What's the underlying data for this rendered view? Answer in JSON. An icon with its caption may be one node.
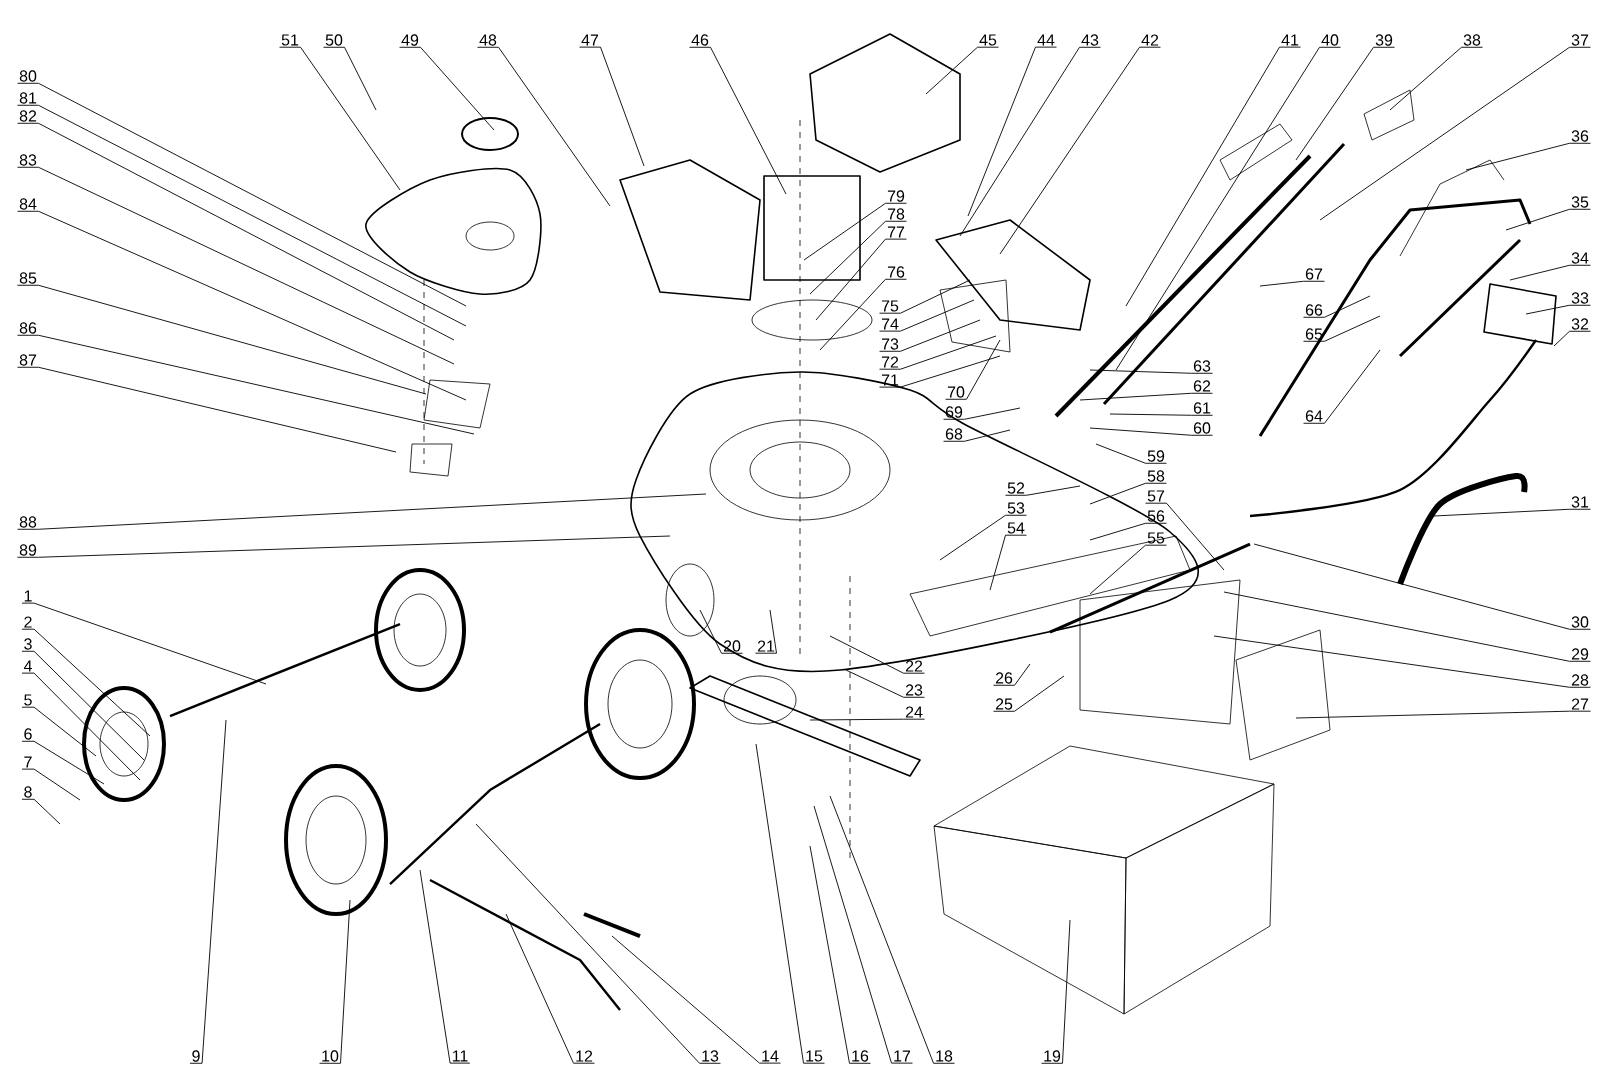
{
  "diagram": {
    "nodes": [
      {
        "text": [
          "1"
        ]
      },
      {
        "text": [
          "2"
        ]
      },
      {
        "text": [
          "3"
        ]
      },
      {
        "text": [
          "4"
        ]
      },
      {
        "text": [
          "5"
        ]
      },
      {
        "text": [
          "6"
        ]
      },
      {
        "text": [
          "7"
        ]
      },
      {
        "text": [
          "8"
        ]
      },
      {
        "text": [
          "9"
        ]
      },
      {
        "text": [
          "10"
        ]
      },
      {
        "text": [
          "11"
        ]
      },
      {
        "text": [
          "12"
        ]
      },
      {
        "text": [
          "13"
        ]
      },
      {
        "text": [
          "14"
        ]
      },
      {
        "text": [
          "15"
        ]
      },
      {
        "text": [
          "16"
        ]
      },
      {
        "text": [
          "17"
        ]
      },
      {
        "text": [
          "18"
        ]
      },
      {
        "text": [
          "19"
        ]
      },
      {
        "text": [
          "20"
        ]
      },
      {
        "text": [
          "21"
        ]
      },
      {
        "text": [
          "22"
        ]
      },
      {
        "text": [
          "23"
        ]
      },
      {
        "text": [
          "24"
        ]
      },
      {
        "text": [
          "25"
        ]
      },
      {
        "text": [
          "26"
        ]
      },
      {
        "text": [
          "27"
        ]
      },
      {
        "text": [
          "28"
        ]
      },
      {
        "text": [
          "29"
        ]
      },
      {
        "text": [
          "30"
        ]
      },
      {
        "text": [
          "31"
        ]
      },
      {
        "text": [
          "32"
        ]
      },
      {
        "text": [
          "33"
        ]
      },
      {
        "text": [
          "34"
        ]
      },
      {
        "text": [
          "35"
        ]
      },
      {
        "text": [
          "36"
        ]
      },
      {
        "text": [
          "37"
        ]
      },
      {
        "text": [
          "38"
        ]
      },
      {
        "text": [
          "39"
        ]
      },
      {
        "text": [
          "40"
        ]
      },
      {
        "text": [
          "41"
        ]
      },
      {
        "text": [
          "42"
        ]
      },
      {
        "text": [
          "43"
        ]
      },
      {
        "text": [
          "44"
        ]
      },
      {
        "text": [
          "45"
        ]
      },
      {
        "text": [
          "46"
        ]
      },
      {
        "text": [
          "47"
        ]
      },
      {
        "text": [
          "48"
        ]
      },
      {
        "text": [
          "49"
        ]
      },
      {
        "text": [
          "50"
        ]
      },
      {
        "text": [
          "51"
        ]
      },
      {
        "text": [
          "52"
        ]
      },
      {
        "text": [
          "53"
        ]
      },
      {
        "text": [
          "54"
        ]
      },
      {
        "text": [
          "55"
        ]
      },
      {
        "text": [
          "56"
        ]
      },
      {
        "text": [
          "57"
        ]
      },
      {
        "text": [
          "58"
        ]
      },
      {
        "text": [
          "59"
        ]
      },
      {
        "text": [
          "60"
        ]
      },
      {
        "text": [
          "61"
        ]
      },
      {
        "text": [
          "62"
        ]
      },
      {
        "text": [
          "63"
        ]
      },
      {
        "text": [
          "64"
        ]
      },
      {
        "text": [
          "65"
        ]
      },
      {
        "text": [
          "66"
        ]
      },
      {
        "text": [
          "67"
        ]
      },
      {
        "text": [
          "68"
        ]
      },
      {
        "text": [
          "69"
        ]
      },
      {
        "text": [
          "70"
        ]
      },
      {
        "text": [
          "71"
        ]
      },
      {
        "text": [
          "72"
        ]
      },
      {
        "text": [
          "73"
        ]
      },
      {
        "text": [
          "74"
        ]
      },
      {
        "text": [
          "75"
        ]
      },
      {
        "text": [
          "76"
        ]
      },
      {
        "text": [
          "77"
        ]
      },
      {
        "text": [
          "78"
        ]
      },
      {
        "text": [
          "79"
        ]
      },
      {
        "text": [
          "80"
        ]
      },
      {
        "text": [
          "81"
        ]
      },
      {
        "text": [
          "82"
        ]
      },
      {
        "text": [
          "83"
        ]
      },
      {
        "text": [
          "84"
        ]
      },
      {
        "text": [
          "85"
        ]
      },
      {
        "text": [
          "86"
        ]
      },
      {
        "text": [
          "87"
        ]
      },
      {
        "text": [
          "88"
        ]
      },
      {
        "text": [
          "89"
        ]
      }
    ],
    "edges": [
      {
        "from": 0,
        "to": null,
        "arrow": "none"
      },
      {
        "from": 1,
        "to": null,
        "arrow": "none"
      },
      {
        "from": 2,
        "to": null,
        "arrow": "none"
      },
      {
        "from": 3,
        "to": null,
        "arrow": "none"
      },
      {
        "from": 4,
        "to": null,
        "arrow": "none"
      },
      {
        "from": 5,
        "to": null,
        "arrow": "none"
      },
      {
        "from": 6,
        "to": null,
        "arrow": "none"
      },
      {
        "from": 7,
        "to": null,
        "arrow": "none"
      },
      {
        "from": 8,
        "to": null,
        "arrow": "none"
      },
      {
        "from": 9,
        "to": null,
        "arrow": "none"
      },
      {
        "from": 10,
        "to": null,
        "arrow": "none"
      },
      {
        "from": 11,
        "to": null,
        "arrow": "none"
      },
      {
        "from": 12,
        "to": null,
        "arrow": "none"
      },
      {
        "from": 13,
        "to": null,
        "arrow": "none"
      },
      {
        "from": 14,
        "to": null,
        "arrow": "none"
      },
      {
        "from": 15,
        "to": null,
        "arrow": "none"
      },
      {
        "from": 16,
        "to": null,
        "arrow": "none"
      },
      {
        "from": 17,
        "to": null,
        "arrow": "none"
      },
      {
        "from": 18,
        "to": null,
        "arrow": "none"
      },
      {
        "from": 19,
        "to": null,
        "arrow": "none"
      },
      {
        "from": 20,
        "to": null,
        "arrow": "none"
      },
      {
        "from": 21,
        "to": null,
        "arrow": "none"
      },
      {
        "from": 22,
        "to": null,
        "arrow": "none"
      },
      {
        "from": 23,
        "to": null,
        "arrow": "none"
      },
      {
        "from": 24,
        "to": null,
        "arrow": "none"
      },
      {
        "from": 25,
        "to": null,
        "arrow": "none"
      },
      {
        "from": 26,
        "to": null,
        "arrow": "none"
      },
      {
        "from": 27,
        "to": null,
        "arrow": "none"
      },
      {
        "from": 28,
        "to": null,
        "arrow": "none"
      },
      {
        "from": 29,
        "to": null,
        "arrow": "none"
      },
      {
        "from": 30,
        "to": null,
        "arrow": "none"
      },
      {
        "from": 31,
        "to": null,
        "arrow": "none"
      },
      {
        "from": 32,
        "to": null,
        "arrow": "none"
      },
      {
        "from": 33,
        "to": null,
        "arrow": "none"
      },
      {
        "from": 34,
        "to": null,
        "arrow": "none"
      },
      {
        "from": 35,
        "to": null,
        "arrow": "none"
      },
      {
        "from": 36,
        "to": null,
        "arrow": "none"
      },
      {
        "from": 37,
        "to": null,
        "arrow": "none"
      },
      {
        "from": 38,
        "to": null,
        "arrow": "none"
      },
      {
        "from": 39,
        "to": null,
        "arrow": "none"
      },
      {
        "from": 40,
        "to": null,
        "arrow": "none"
      },
      {
        "from": 41,
        "to": null,
        "arrow": "none"
      },
      {
        "from": 42,
        "to": null,
        "arrow": "none"
      },
      {
        "from": 43,
        "to": null,
        "arrow": "none"
      },
      {
        "from": 44,
        "to": null,
        "arrow": "none"
      },
      {
        "from": 45,
        "to": null,
        "arrow": "none"
      },
      {
        "from": 46,
        "to": null,
        "arrow": "none"
      },
      {
        "from": 47,
        "to": null,
        "arrow": "none"
      },
      {
        "from": 48,
        "to": null,
        "arrow": "none"
      },
      {
        "from": 49,
        "to": null,
        "arrow": "none"
      },
      {
        "from": 50,
        "to": null,
        "arrow": "none"
      },
      {
        "from": 51,
        "to": null,
        "arrow": "none"
      },
      {
        "from": 52,
        "to": null,
        "arrow": "none"
      },
      {
        "from": 53,
        "to": null,
        "arrow": "none"
      },
      {
        "from": 54,
        "to": null,
        "arrow": "none"
      },
      {
        "from": 55,
        "to": null,
        "arrow": "none"
      },
      {
        "from": 56,
        "to": null,
        "arrow": "none"
      },
      {
        "from": 57,
        "to": null,
        "arrow": "none"
      },
      {
        "from": 58,
        "to": null,
        "arrow": "none"
      },
      {
        "from": 59,
        "to": null,
        "arrow": "none"
      },
      {
        "from": 60,
        "to": null,
        "arrow": "none"
      },
      {
        "from": 61,
        "to": null,
        "arrow": "none"
      },
      {
        "from": 62,
        "to": null,
        "arrow": "none"
      },
      {
        "from": 63,
        "to": null,
        "arrow": "none"
      },
      {
        "from": 64,
        "to": null,
        "arrow": "none"
      },
      {
        "from": 65,
        "to": null,
        "arrow": "none"
      },
      {
        "from": 66,
        "to": null,
        "arrow": "none"
      },
      {
        "from": 67,
        "to": null,
        "arrow": "none"
      },
      {
        "from": 68,
        "to": null,
        "arrow": "none"
      },
      {
        "from": 69,
        "to": null,
        "arrow": "none"
      },
      {
        "from": 70,
        "to": null,
        "arrow": "none"
      },
      {
        "from": 71,
        "to": null,
        "arrow": "none"
      },
      {
        "from": 72,
        "to": null,
        "arrow": "none"
      },
      {
        "from": 73,
        "to": null,
        "arrow": "none"
      },
      {
        "from": 74,
        "to": null,
        "arrow": "none"
      },
      {
        "from": 75,
        "to": null,
        "arrow": "none"
      },
      {
        "from": 76,
        "to": null,
        "arrow": "none"
      },
      {
        "from": 77,
        "to": null,
        "arrow": "none"
      },
      {
        "from": 78,
        "to": null,
        "arrow": "none"
      },
      {
        "from": 79,
        "to": null,
        "arrow": "none"
      },
      {
        "from": 80,
        "to": null,
        "arrow": "none"
      },
      {
        "from": 81,
        "to": null,
        "arrow": "none"
      },
      {
        "from": 82,
        "to": null,
        "arrow": "none"
      },
      {
        "from": 83,
        "to": null,
        "arrow": "none"
      },
      {
        "from": 84,
        "to": null,
        "arrow": "none"
      },
      {
        "from": 85,
        "to": null,
        "arrow": "none"
      },
      {
        "from": 86,
        "to": null,
        "arrow": "none"
      },
      {
        "from": 87,
        "to": null,
        "arrow": "none"
      },
      {
        "from": 88,
        "to": null,
        "arrow": "none"
      }
    ]
  }
}
